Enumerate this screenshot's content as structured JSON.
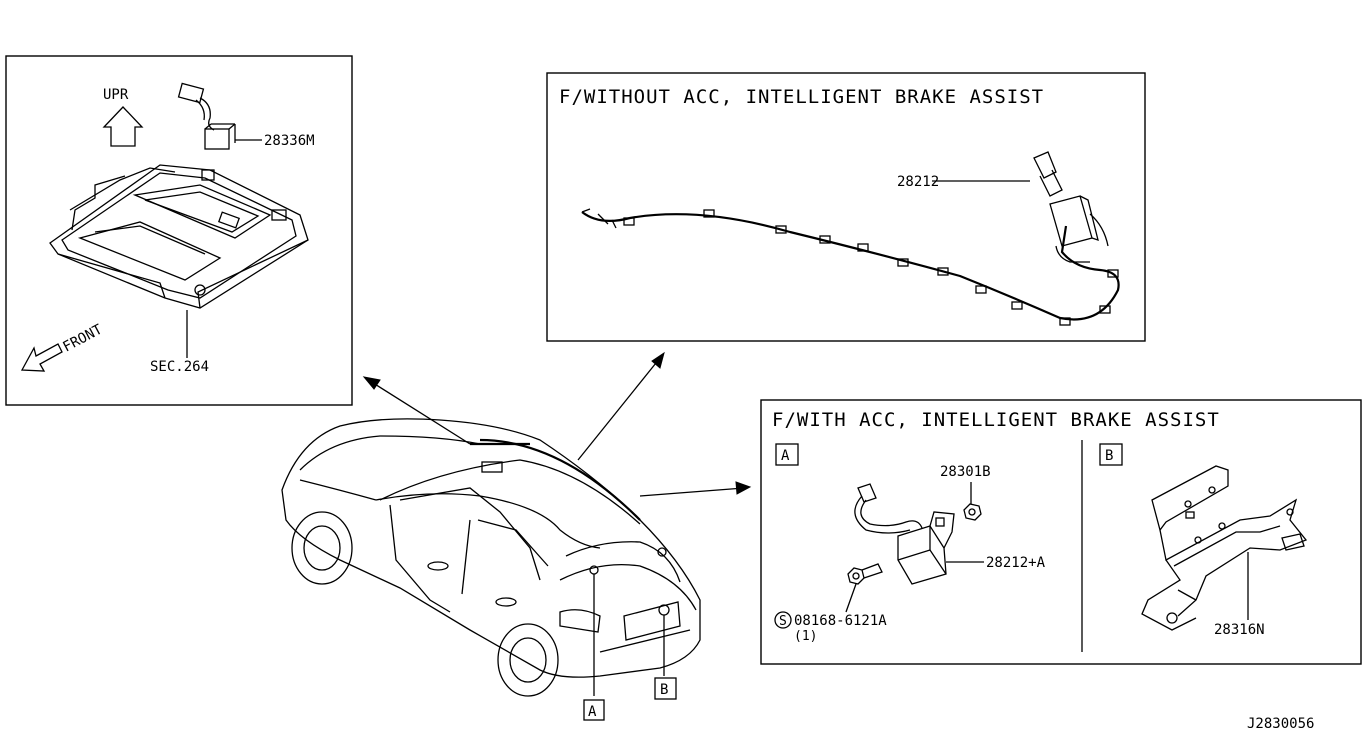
{
  "panels": {
    "top_left": {
      "direction_up": "UPR",
      "direction_front": "FRONT",
      "part_sensor": "28336M",
      "section_ref": "SEC.264"
    },
    "without_acc": {
      "title": "F/WITHOUT ACC, INTELLIGENT BRAKE ASSIST",
      "part_harness": "28212"
    },
    "with_acc": {
      "title": "F/WITH ACC, INTELLIGENT BRAKE ASSIST",
      "section_a_tag": "A",
      "section_b_tag": "B",
      "part_nut": "28301B",
      "part_module": "28212+A",
      "bolt_symbol": "S",
      "part_bolt": "08168-6121A",
      "bolt_qty": "(1)",
      "part_bracket": "28316N"
    }
  },
  "vehicle": {
    "callout_a": "A",
    "callout_b": "B"
  },
  "diagram_id": "J2830056"
}
